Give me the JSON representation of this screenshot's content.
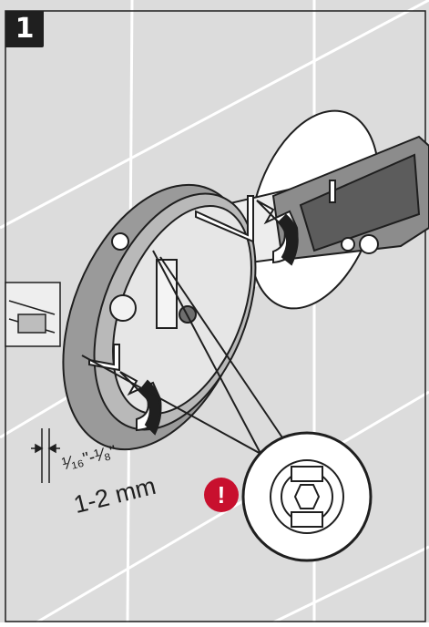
{
  "step": {
    "number": "1"
  },
  "dimension": {
    "inch": "¹⁄₁₆\"-¹⁄₈\"",
    "metric": "1-2 mm"
  },
  "warning": {
    "symbol": "!"
  },
  "colors": {
    "tile_fill": "#dcdcdc",
    "grout": "#ffffff",
    "body_fill": "#9a9a9a",
    "body_dark": "#6e6e6e",
    "outline": "#1f1f1f",
    "warning_red": "#c8102e",
    "detail_fill": "#ffffff"
  },
  "icons": [
    "wall-tile-grid",
    "trim-housing",
    "allen-key",
    "rotation-arrow",
    "valve-body",
    "warning-icon",
    "detail-circle-icon",
    "gap-dimension-arrows"
  ]
}
